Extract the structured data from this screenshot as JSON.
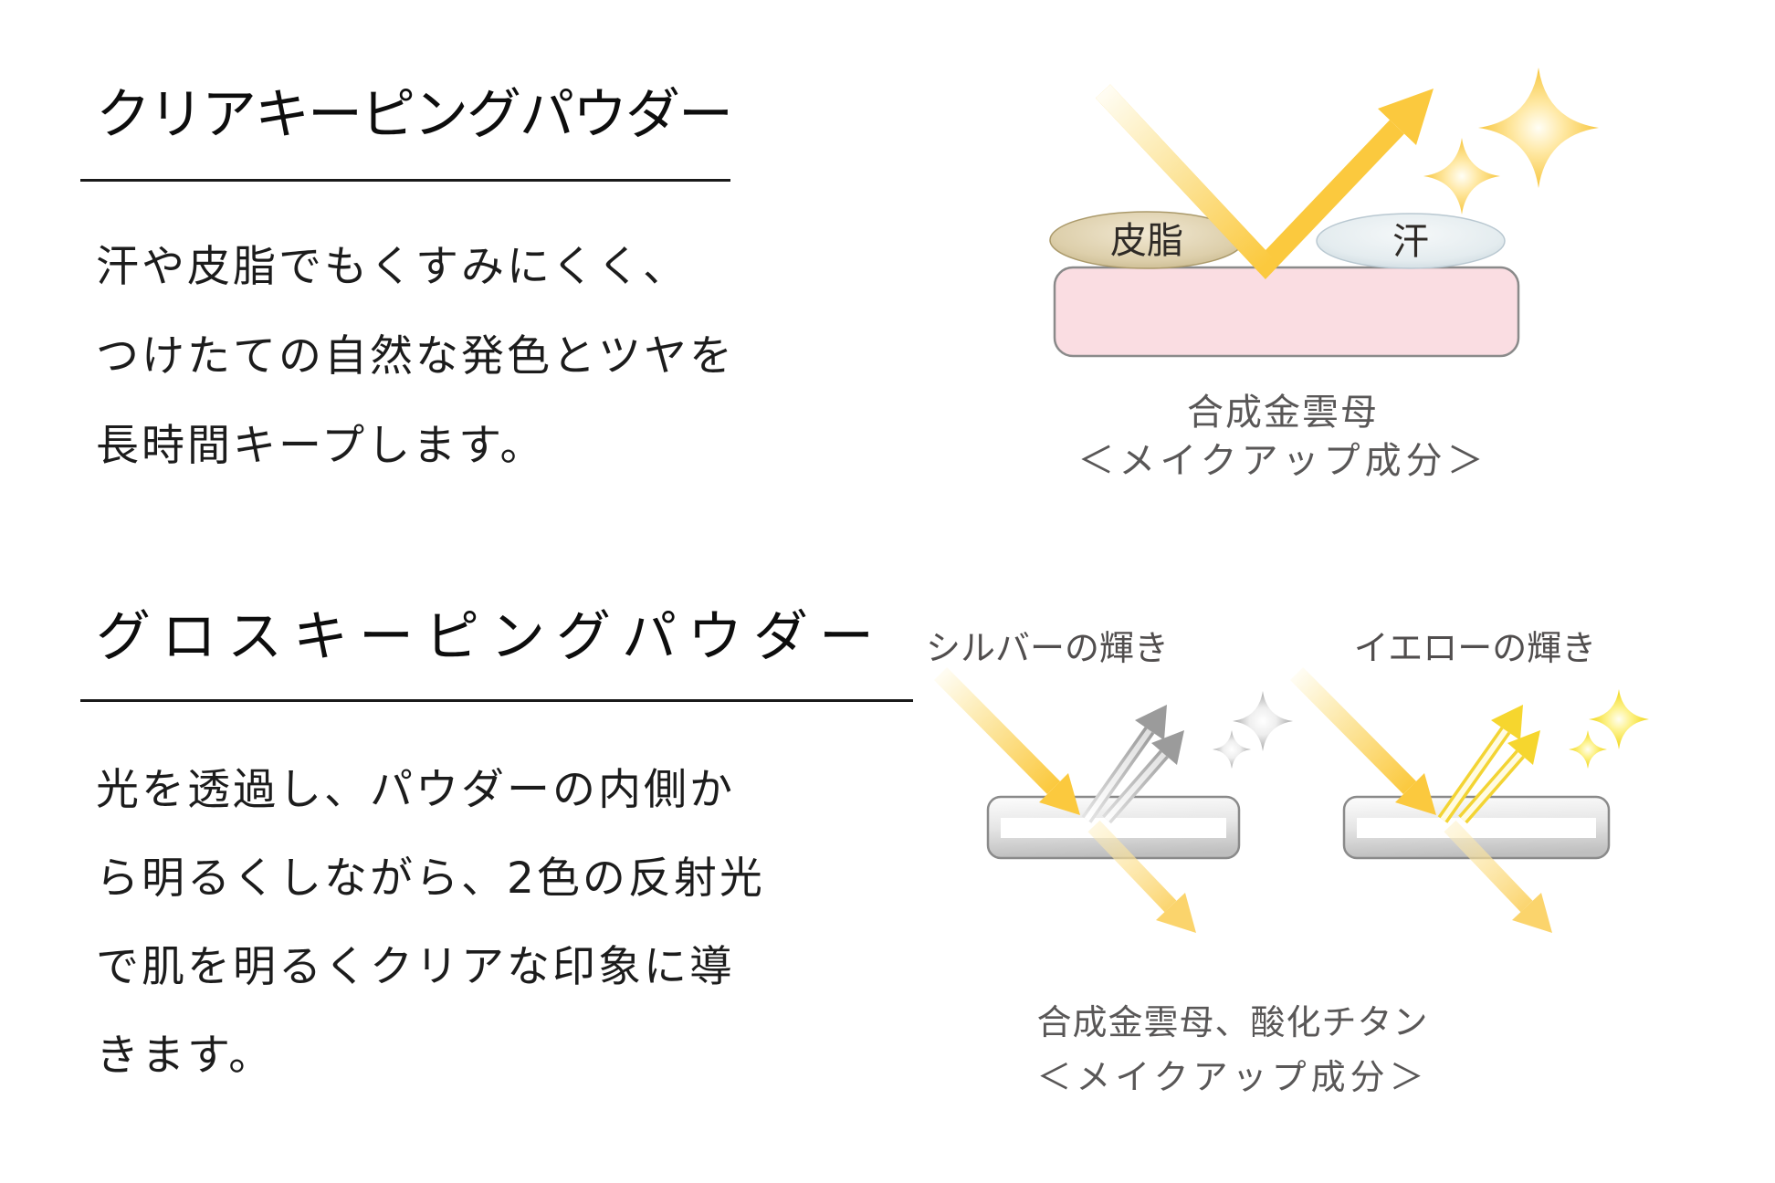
{
  "page": {
    "background": "#ffffff"
  },
  "colors": {
    "gold": "#fbc93e",
    "pale_gold": "#fdeebc",
    "pink_layer": "#fadde2",
    "layer_border": "#8a8a8a",
    "sebum_tan": "#d8c9a4",
    "sweat_blue": "#dde8ec",
    "silver": "#9a9a9a",
    "lemon_yellow": "#f3d914",
    "caption_gray": "#595757",
    "text_black": "#1c1c1c"
  },
  "section_clear": {
    "title": "クリアキーピングパウダー",
    "body": [
      "汗や皮脂でもくすみにくく、",
      "つけたての自然な発色とツヤを",
      "長時間キープします。"
    ]
  },
  "diagram_clear": {
    "sebum_label": "皮脂",
    "sweat_label": "汗",
    "caption_line1": "合成金雲母",
    "caption_line2": "＜メイクアップ成分＞"
  },
  "section_gloss": {
    "title": "グロスキーピングパウダー",
    "body": [
      "光を透過し、パウダーの内側か",
      "ら明るくしながら、2色の反射光",
      "で肌を明るくクリアな印象に導",
      "きます。"
    ]
  },
  "diagram_gloss": {
    "silver_label": "シルバーの輝き",
    "yellow_label": "イエローの輝き",
    "caption_line1": "合成金雲母、酸化チタン",
    "caption_line2": "＜メイクアップ成分＞"
  }
}
